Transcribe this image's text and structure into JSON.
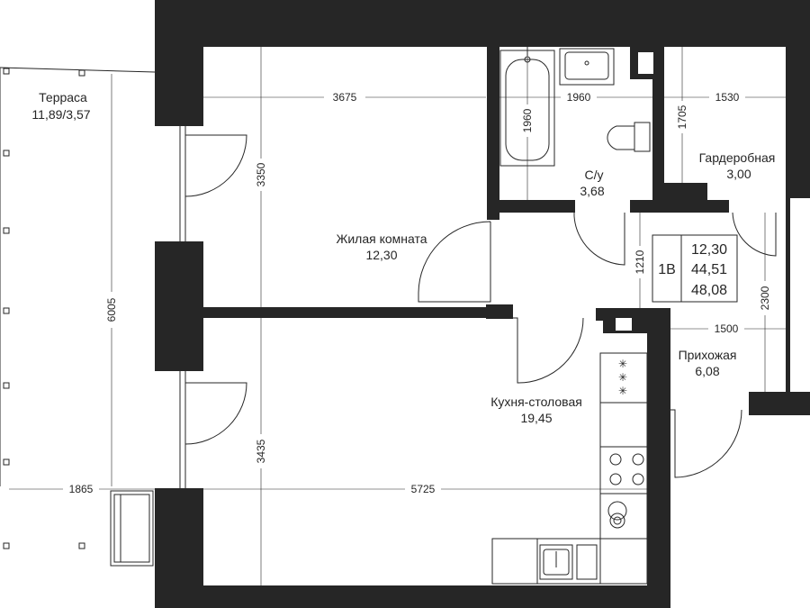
{
  "rooms": {
    "terrace": {
      "name": "Терраса",
      "area": "11,89/3,57"
    },
    "living": {
      "name": "Жилая комната",
      "area": "12,30"
    },
    "bathroom": {
      "name": "С/у",
      "area": "3,68"
    },
    "wardrobe": {
      "name": "Гардеробная",
      "area": "3,00"
    },
    "kitchen": {
      "name": "Кухня-столовая",
      "area": "19,45"
    },
    "hallway": {
      "name": "Прихожая",
      "area": "6,08"
    }
  },
  "summary": {
    "type": "1В",
    "living_area": "12,30",
    "total_area": "44,51",
    "total_with_terrace": "48,08"
  },
  "dimensions": {
    "living_width": "3675",
    "living_depth": "3350",
    "bath_width": "1960",
    "bath_tub": "1960",
    "wardrobe_depth": "1705",
    "wardrobe_width": "1530",
    "terrace_length": "6005",
    "terrace_width": "1865",
    "kitchen_width": "5725",
    "kitchen_depth": "3435",
    "hall_depth_upper": "1210",
    "hall_depth": "2300",
    "hall_width": "1500"
  }
}
